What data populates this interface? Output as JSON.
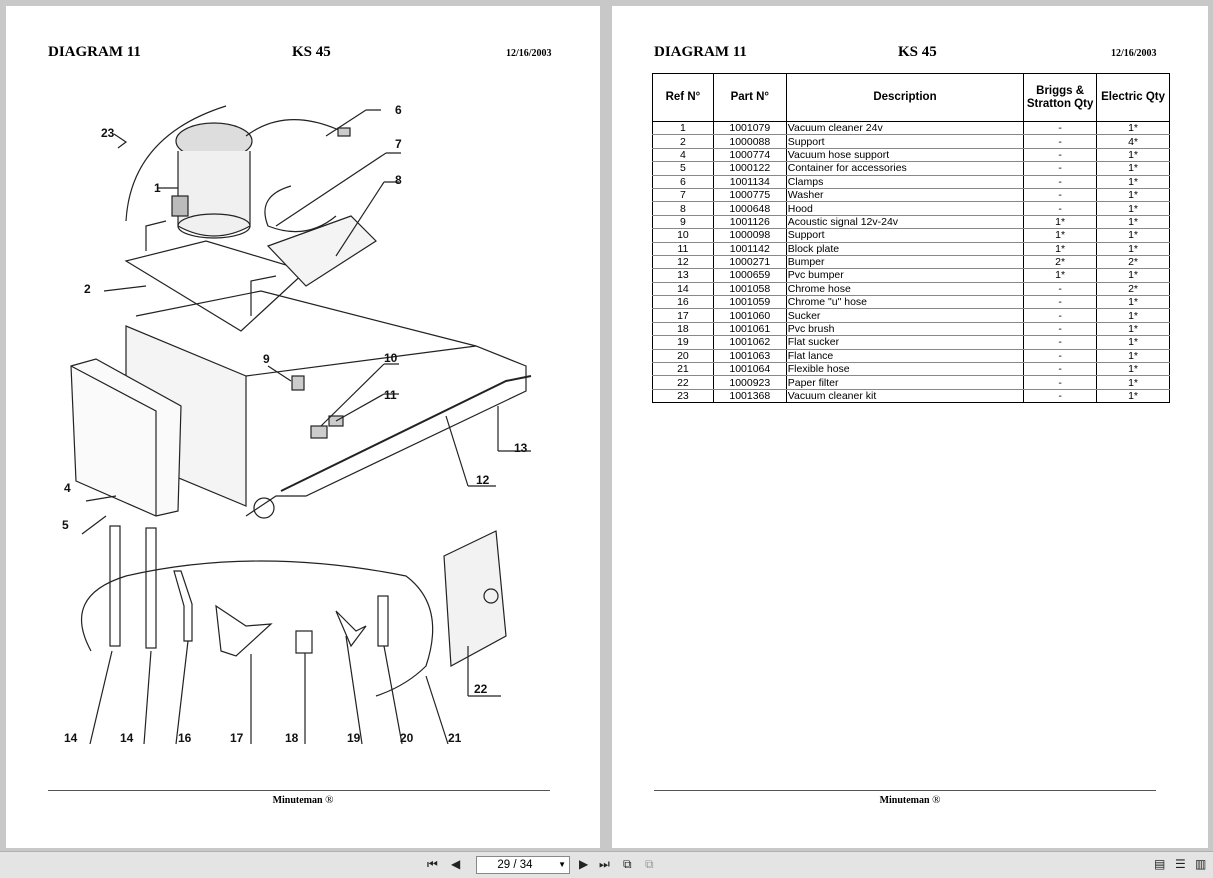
{
  "left_page": {
    "title": "DIAGRAM 11",
    "model": "KS 45",
    "date": "12/16/2003",
    "callouts": [
      "23",
      "6",
      "7",
      "8",
      "1",
      "2",
      "9",
      "10",
      "11",
      "13",
      "12",
      "4",
      "5",
      "22",
      "14",
      "14",
      "16",
      "17",
      "18",
      "19",
      "20",
      "21"
    ],
    "footer_brand": "Minuteman",
    "footer_mark": "®"
  },
  "right_page": {
    "title": "DIAGRAM 11",
    "model": "KS 45",
    "date": "12/16/2003",
    "footer_brand": "Minuteman",
    "footer_mark": "®",
    "table": {
      "headers": [
        "Ref N°",
        "Part N°",
        "Description",
        "Briggs & Stratton Qty",
        "Electric Qty"
      ],
      "rows": [
        [
          "1",
          "1001079",
          "Vacuum cleaner 24v",
          "-",
          "1*"
        ],
        [
          "2",
          "1000088",
          "Support",
          "-",
          "4*"
        ],
        [
          "4",
          "1000774",
          "Vacuum hose support",
          "-",
          "1*"
        ],
        [
          "5",
          "1000122",
          "Container for accessories",
          "-",
          "1*"
        ],
        [
          "6",
          "1001134",
          "Clamps",
          "-",
          "1*"
        ],
        [
          "7",
          "1000775",
          "Washer",
          "-",
          "1*"
        ],
        [
          "8",
          "1000648",
          "Hood",
          "-",
          "1*"
        ],
        [
          "9",
          "1001126",
          "Acoustic signal 12v-24v",
          "1*",
          "1*"
        ],
        [
          "10",
          "1000098",
          "Support",
          "1*",
          "1*"
        ],
        [
          "11",
          "1001142",
          "Block plate",
          "1*",
          "1*"
        ],
        [
          "12",
          "1000271",
          "Bumper",
          "2*",
          "2*"
        ],
        [
          "13",
          "1000659",
          "Pvc bumper",
          "1*",
          "1*"
        ],
        [
          "14",
          "1001058",
          "Chrome hose",
          "-",
          "2*"
        ],
        [
          "16",
          "1001059",
          "Chrome \"u\" hose",
          "-",
          "1*"
        ],
        [
          "17",
          "1001060",
          "Sucker",
          "-",
          "1*"
        ],
        [
          "18",
          "1001061",
          "Pvc brush",
          "-",
          "1*"
        ],
        [
          "19",
          "1001062",
          "Flat sucker",
          "-",
          "1*"
        ],
        [
          "20",
          "1001063",
          "Flat lance",
          "-",
          "1*"
        ],
        [
          "21",
          "1001064",
          "Flexible hose",
          "-",
          "1*"
        ],
        [
          "22",
          "1000923",
          "Paper filter",
          "-",
          "1*"
        ],
        [
          "23",
          "1001368",
          "Vacuum cleaner kit",
          "-",
          "1*"
        ]
      ]
    }
  },
  "toolbar": {
    "first_icon": "first-page-icon",
    "prev_icon": "previous-page-icon",
    "page_value": "29 / 34",
    "next_icon": "next-page-icon",
    "last_icon": "last-page-icon",
    "view_icons": [
      "single-page-icon",
      "continuous-page-icon",
      "facing-page-icon"
    ]
  }
}
